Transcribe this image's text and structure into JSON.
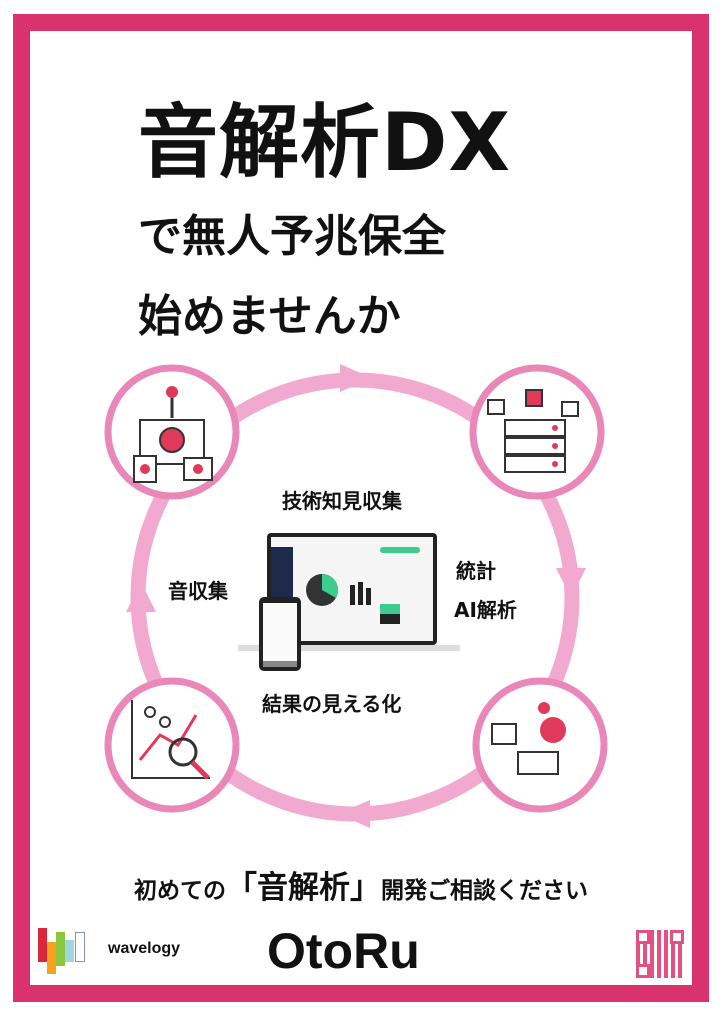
{
  "headline": {
    "line1": "音解析DX",
    "line2": "で無人予兆保全",
    "line3": "始めませんか"
  },
  "cycle": {
    "top_label": "技術知見収集",
    "right_label_1": "統計",
    "right_label_2": "AI解析",
    "left_label": "音収集",
    "bottom_label": "結果の見える化"
  },
  "cta": {
    "prefix": "初めての",
    "open_bracket": "「",
    "keyword": "音解析",
    "close_bracket": "」",
    "suffix": "開発ご相談ください"
  },
  "footer": {
    "company": "wavelogy",
    "product": "OtoRu"
  },
  "colors": {
    "border": "#d9326d",
    "ring": "#f2a9cf",
    "node": "#e887b8",
    "accent_red": "#e03a5a"
  }
}
